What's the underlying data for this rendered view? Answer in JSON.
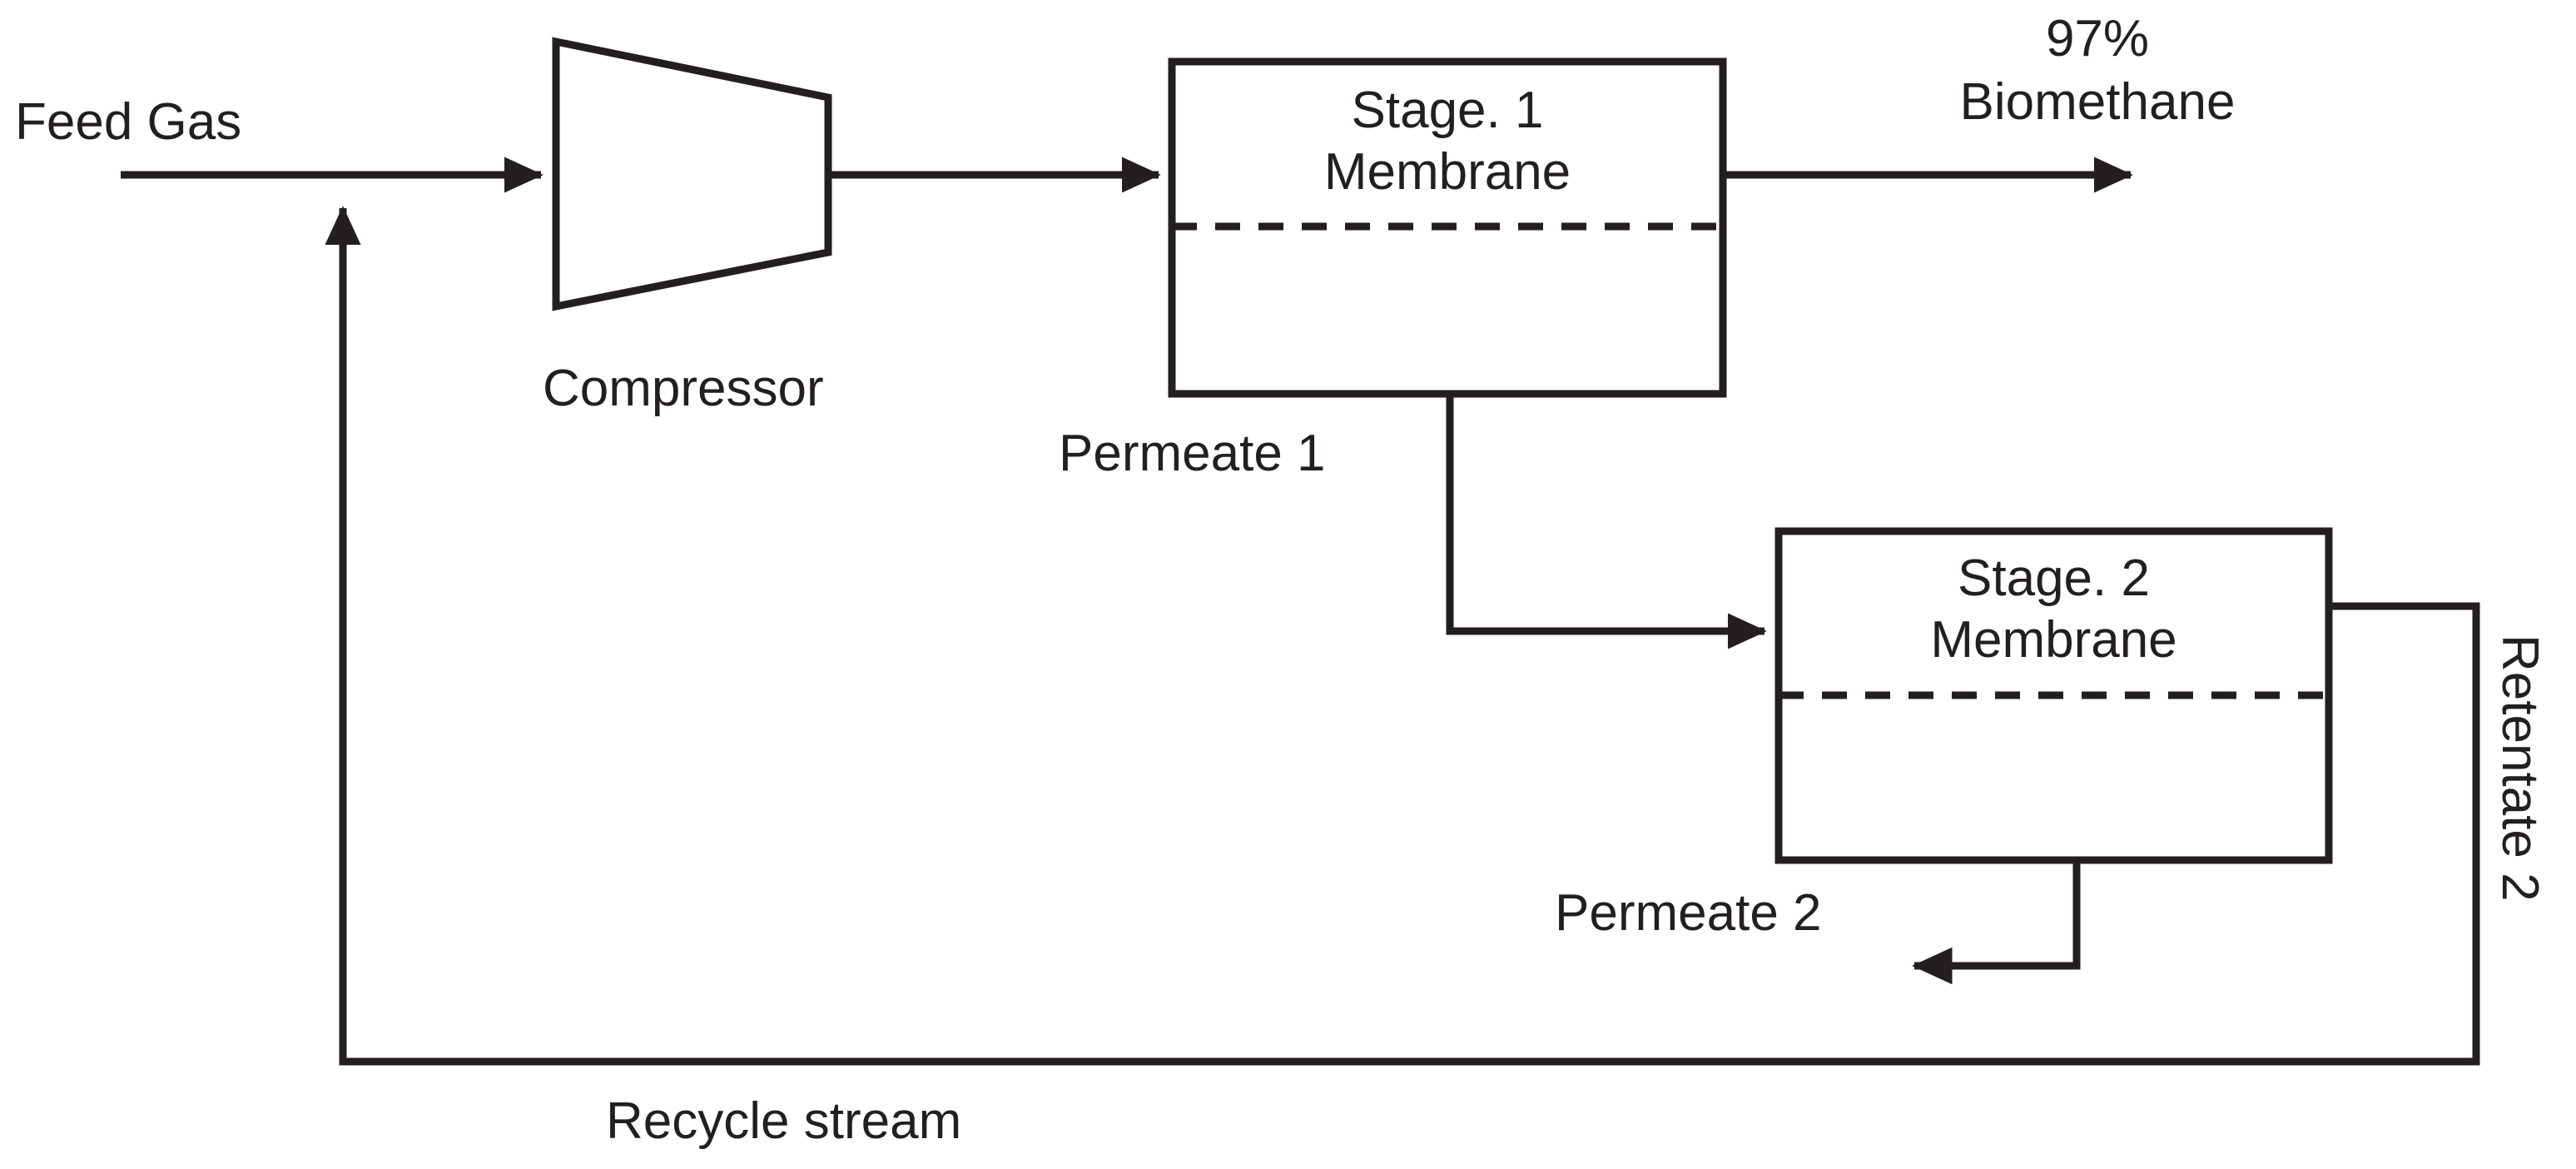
{
  "diagram": {
    "title": "Two-stage membrane biogas upgrading process flow diagram",
    "line_color": "#231f20",
    "background_color": "#ffffff",
    "text_color": "#231f20"
  },
  "labels": {
    "feed_gas": "Feed Gas",
    "compressor": "Compressor",
    "product_percent": "97%",
    "product_name": "Biomethane",
    "permeate_1": "Permeate 1",
    "permeate_2": "Permeate 2",
    "retentate_2": "Retentate 2",
    "recycle_stream": "Recycle stream"
  },
  "units": [
    {
      "id": "compressor",
      "name": "Compressor",
      "shape": "trapezoid",
      "label": "Compressor"
    },
    {
      "id": "stage-1-membrane",
      "shape": "rectangle",
      "line1": "Stage. 1",
      "line2": "Membrane",
      "has_membrane_divider": true
    },
    {
      "id": "stage-2-membrane",
      "shape": "rectangle",
      "line1": "Stage. 2",
      "line2": "Membrane",
      "has_membrane_divider": true
    }
  ],
  "streams": [
    {
      "id": "feed-gas",
      "label": "Feed Gas",
      "from": "inlet",
      "to": "compressor",
      "arrow": true
    },
    {
      "id": "recycle-stream",
      "label": "Recycle stream",
      "from": "retentate-2",
      "to": "feed-gas",
      "arrow": true
    },
    {
      "id": "compressed-feed",
      "label": "",
      "from": "compressor",
      "to": "stage-1-membrane",
      "arrow": true
    },
    {
      "id": "biomethane-product",
      "label": "97% Biomethane",
      "from": "stage-1-membrane",
      "to": "product",
      "arrow": true
    },
    {
      "id": "permeate-1",
      "label": "Permeate 1",
      "from": "stage-1-membrane",
      "to": "stage-2-membrane",
      "arrow": true
    },
    {
      "id": "permeate-2",
      "label": "Permeate 2",
      "from": "stage-2-membrane",
      "to": "vent",
      "arrow": true
    },
    {
      "id": "retentate-2",
      "label": "Retentate 2",
      "from": "stage-2-membrane",
      "to": "recycle-stream",
      "arrow": false
    }
  ]
}
